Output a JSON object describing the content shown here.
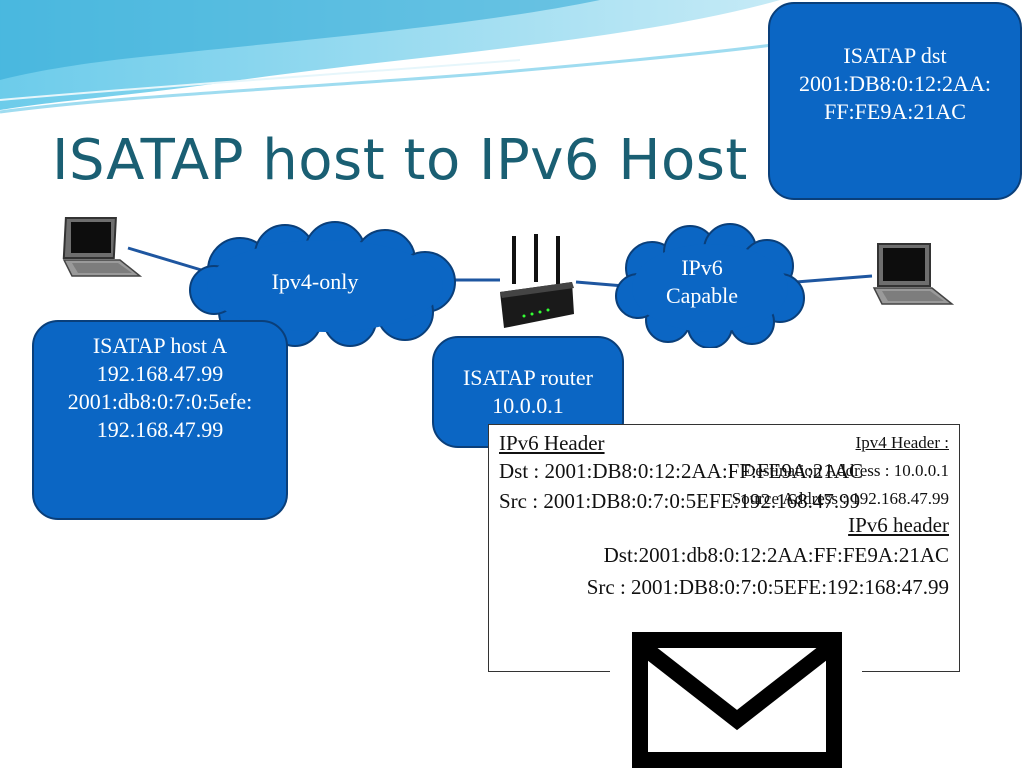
{
  "title": "ISATAP host to IPv6 Host",
  "isatap_dst_box": {
    "lines": [
      "ISATAP dst",
      "2001:DB8:0:12:2AA:",
      "FF:FE9A:21AC"
    ]
  },
  "host_a_box": {
    "lines": [
      "ISATAP host A",
      "192.168.47.99",
      "2001:db8:0:7:0:5efe:",
      "192.168.47.99"
    ]
  },
  "router_box": {
    "lines": [
      "ISATAP router",
      "10.0.0.1"
    ]
  },
  "cloud_ipv4": {
    "label": "Ipv4-only"
  },
  "cloud_ipv6": {
    "lines": [
      "IPv6",
      "Capable"
    ]
  },
  "packet": {
    "ipv6_header_title": "IPv6 Header",
    "dst": "Dst : 2001:DB8:0:12:2AA:FF:FE9A:21AC",
    "src": "Src : 2001:DB8:0:7:0:5EFE:192.168.47.99",
    "ipv4_header_title": "Ipv4 Header :",
    "ipv4_dest": "Destination Address : 10.0.0.1",
    "ipv4_src": "Source Address : 192.168.47.99",
    "inner_ipv6_title": "IPv6 header",
    "inner_dst": "Dst:2001:db8:0:12:2AA:FF:FE9A:21AC",
    "inner_src": "Src : 2001:DB8:0:7:0:5EFE:192:168:47.99"
  },
  "colors": {
    "box_fill": "#0b66c4",
    "title": "#1a5f73",
    "wave": "#4fc3e6"
  },
  "icons": [
    "laptop-icon",
    "router-icon",
    "envelope-icon"
  ]
}
